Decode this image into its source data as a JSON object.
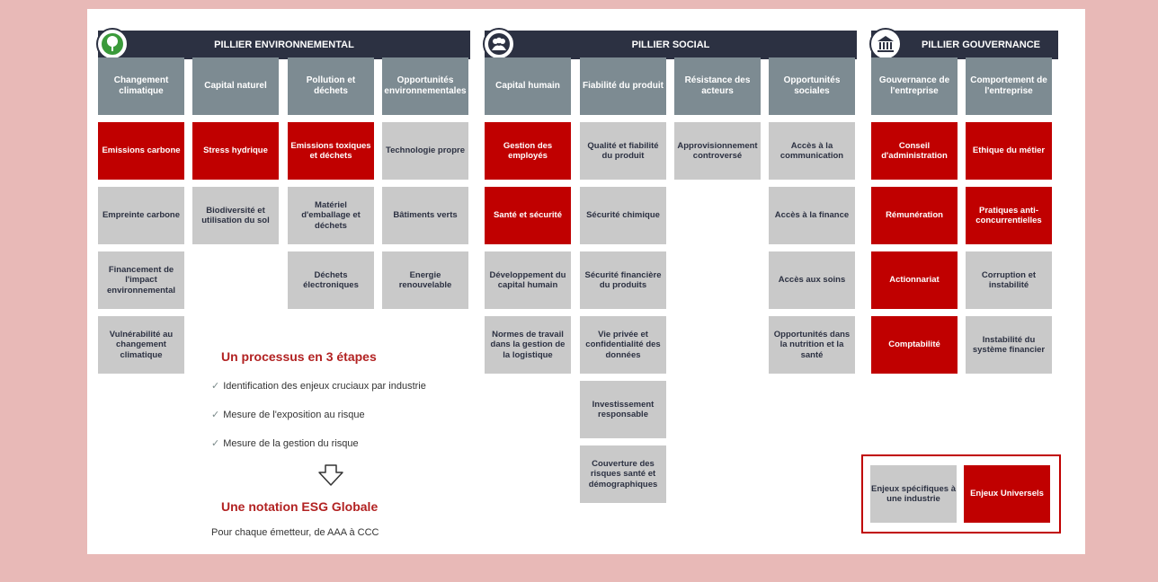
{
  "pillars": {
    "env": {
      "title": "PILLIER ENVIRONNEMENTAL",
      "icon": "tree-icon"
    },
    "soc": {
      "title": "PILLIER SOCIAL",
      "icon": "people-icon"
    },
    "gov": {
      "title": "PILLIER GOUVERNANCE",
      "icon": "institution-icon"
    }
  },
  "themes": {
    "env_climat": "Changement climatique",
    "env_capital": "Capital naturel",
    "env_pollution": "Pollution et déchets",
    "env_opport": "Opportunités environnementales",
    "soc_capital": "Capital humain",
    "soc_fiab": "Fiabilité du produit",
    "soc_resist": "Résistance des acteurs",
    "soc_opport": "Opportunités sociales",
    "gov_gouv": "Gouvernance de l'entreprise",
    "gov_comp": "Comportement de l'entreprise"
  },
  "issues": {
    "c1": [
      "Emissions carbone",
      "Empreinte carbone",
      "Financement de l'impact environnemental",
      "Vulnérabilité au changement climatique"
    ],
    "c2": [
      "Stress hydrique",
      "Biodiversité et utilisation du sol"
    ],
    "c3": [
      "Emissions toxiques et déchets",
      "Matériel d'emballage et déchets",
      "Déchets électroniques"
    ],
    "c4": [
      "Technologie propre",
      "Bâtiments verts",
      "Energie renouvelable"
    ],
    "c5": [
      "Gestion des employés",
      "Santé et sécurité",
      "Développement du capital humain",
      "Normes de travail dans la gestion de la logistique"
    ],
    "c6": [
      "Qualité et fiabilité du produit",
      "Sécurité chimique",
      "Sécurité financière du produits",
      "Vie privée et confidentialité des données",
      "Investissement responsable",
      "Couverture des risques santé et démographiques"
    ],
    "c7": [
      "Approvisionnement controversé"
    ],
    "c8": [
      "Accès à la communication",
      "Accès à la finance",
      "Accès aux soins",
      "Opportunités dans la nutrition et la santé"
    ],
    "c9": [
      "Conseil d'administration",
      "Rémunération",
      "Actionnariat",
      "Comptabilité"
    ],
    "c10": [
      "Ethique du métier",
      "Pratiques anti-concurrentielles",
      "Corruption et instabilité",
      "Instabilité du système financier"
    ]
  },
  "process": {
    "title": "Un processus en 3 étapes",
    "steps": [
      "Identification des enjeux cruciaux par industrie",
      "Mesure de l'exposition au risque",
      "Mesure de la gestion du risque"
    ],
    "check": "✓",
    "notation_title": "Une notation ESG Globale",
    "notation_text": "Pour chaque émetteur, de AAA à CCC"
  },
  "legend": {
    "specific": "Enjeux spécifiques à une industrie",
    "universal": "Enjeux Universels"
  },
  "colors": {
    "red": "#c00000",
    "grey": "#c9c9c9",
    "header": "#2c3142",
    "theme": "#7d8b92"
  }
}
